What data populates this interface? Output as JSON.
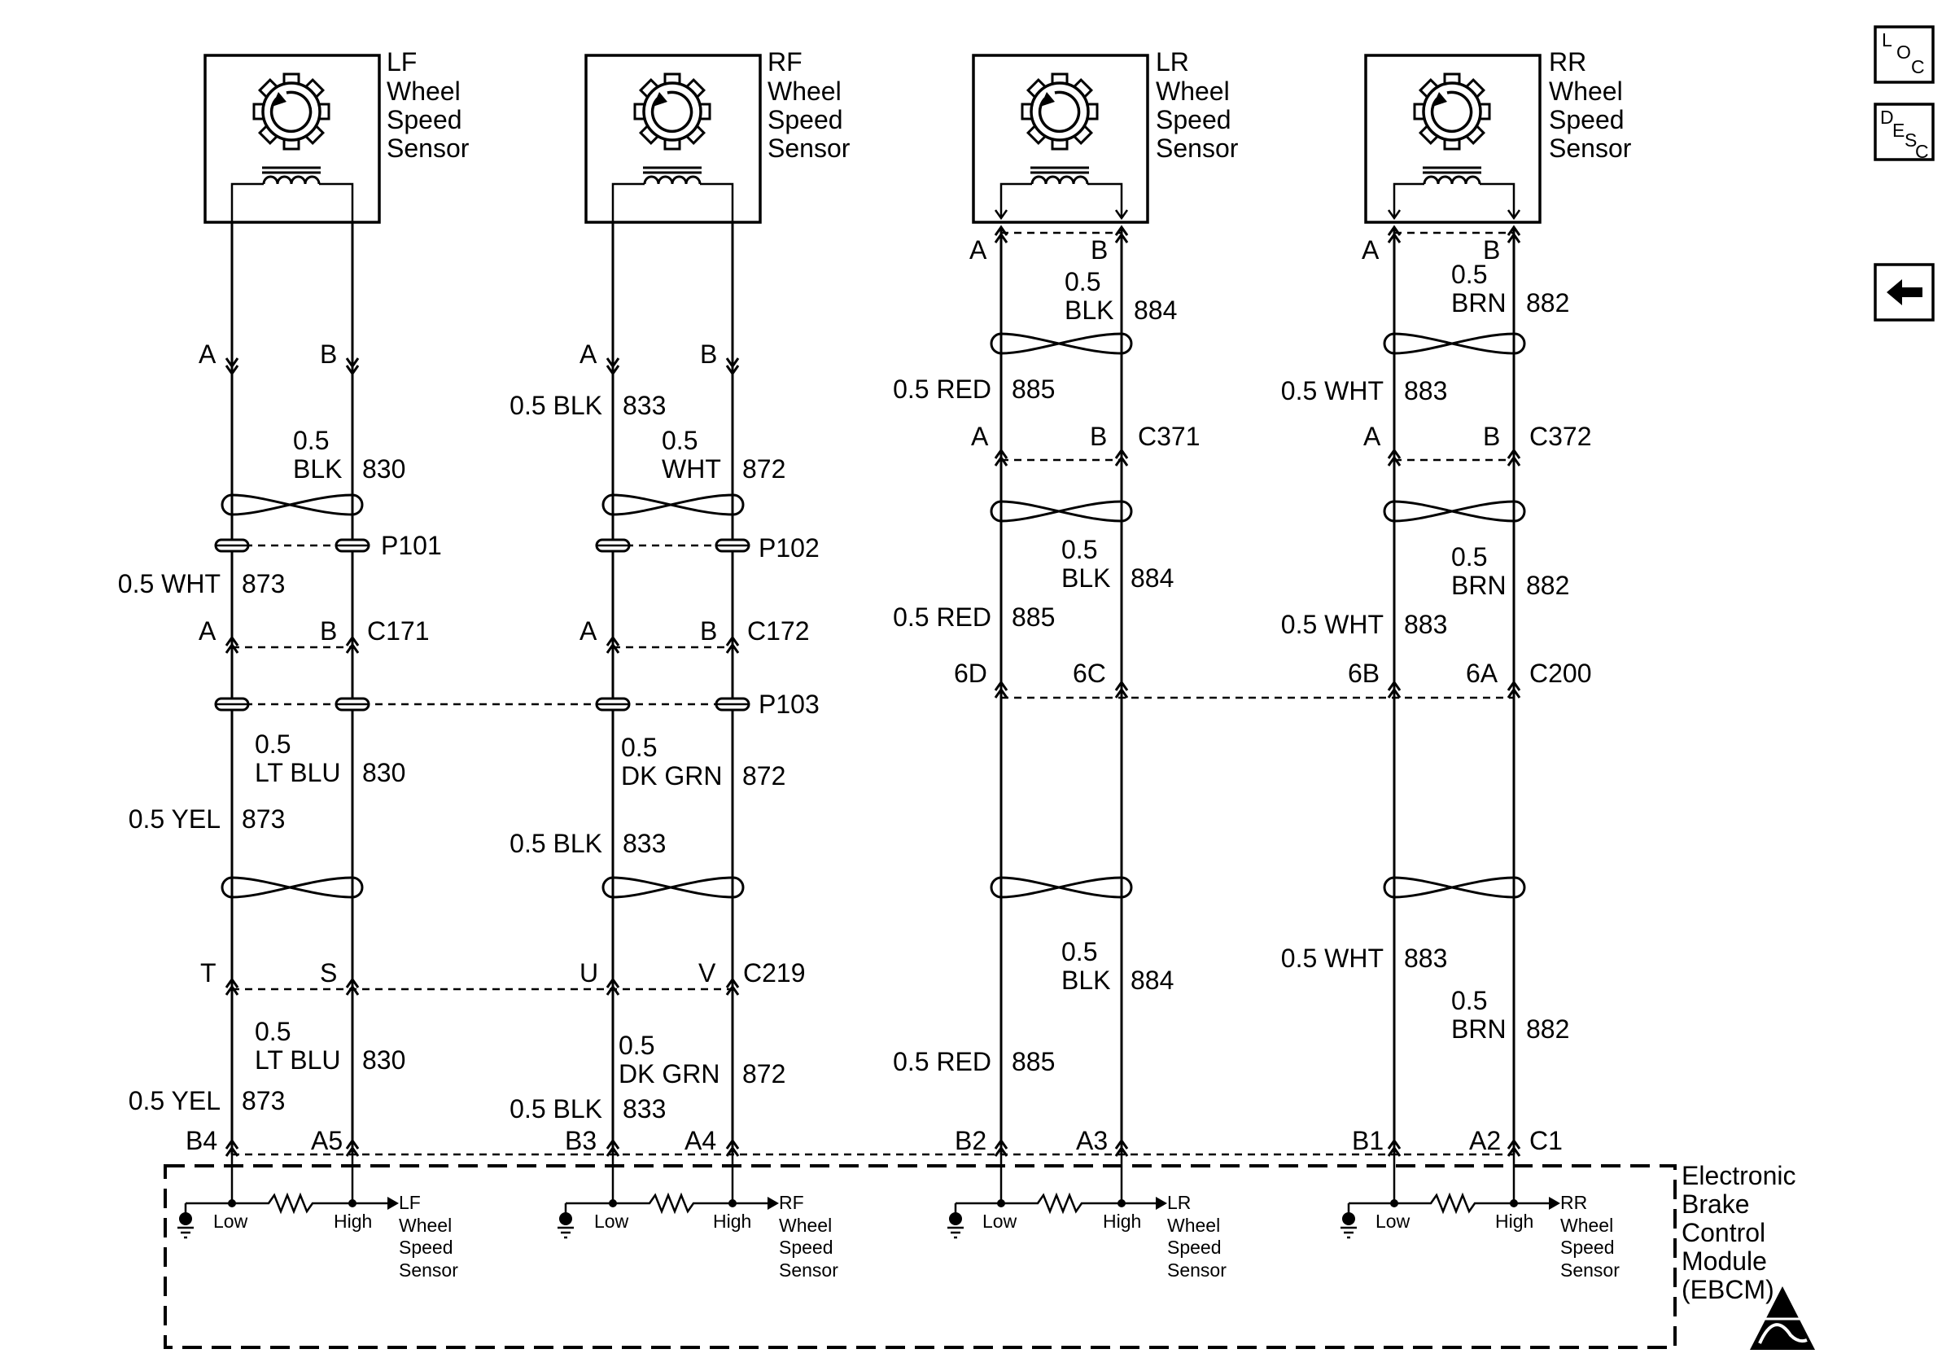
{
  "nav": {
    "loc": {
      "l": "L",
      "o": "O",
      "c": "C"
    },
    "desc": {
      "d": "D",
      "e": "E",
      "s": "S",
      "c": "C"
    }
  },
  "sensors": [
    {
      "name_lines": [
        "LF",
        "Wheel",
        "Speed",
        "Sensor"
      ]
    },
    {
      "name_lines": [
        "RF",
        "Wheel",
        "Speed",
        "Sensor"
      ]
    },
    {
      "name_lines": [
        "LR",
        "Wheel",
        "Speed",
        "Sensor"
      ]
    },
    {
      "name_lines": [
        "RR",
        "Wheel",
        "Speed",
        "Sensor"
      ]
    }
  ],
  "pins": {
    "lf_top": [
      "A",
      "B"
    ],
    "rf_top": [
      "A",
      "B"
    ],
    "lr_top": [
      "A",
      "B"
    ],
    "rr_top": [
      "A",
      "B"
    ],
    "c371": [
      "A",
      "B",
      "C371"
    ],
    "c372": [
      "A",
      "B",
      "C372"
    ],
    "c171": [
      "A",
      "B",
      "C171"
    ],
    "c172": [
      "A",
      "B",
      "C172"
    ],
    "c200": [
      "6D",
      "6C",
      "6B",
      "6A",
      "C200"
    ],
    "c219": [
      "T",
      "S",
      "U",
      "V",
      "C219"
    ],
    "ebcm": [
      "B4",
      "A5",
      "B3",
      "A4",
      "B2",
      "A3",
      "B1",
      "A2",
      "C1"
    ]
  },
  "splices": [
    "P101",
    "P102",
    "P103"
  ],
  "wires": {
    "w1": [
      "0.5",
      "BLK",
      "830"
    ],
    "w2": [
      "0.5 WHT",
      "873"
    ],
    "w3": [
      "0.5",
      "LT BLU",
      "830"
    ],
    "w4": [
      "0.5 YEL",
      "873"
    ],
    "w5": [
      "0.5",
      "LT BLU",
      "830"
    ],
    "w6": [
      "0.5 YEL",
      "873"
    ],
    "w7": [
      "0.5 BLK",
      "833"
    ],
    "w8": [
      "0.5",
      "WHT",
      "872"
    ],
    "w9": [
      "0.5",
      "DK GRN",
      "872"
    ],
    "w10": [
      "0.5 BLK",
      "833"
    ],
    "w11": [
      "0.5",
      "DK GRN",
      "872"
    ],
    "w12": [
      "0.5 BLK",
      "833"
    ],
    "w13": [
      "0.5",
      "BLK",
      "884"
    ],
    "w14": [
      "0.5 RED",
      "885"
    ],
    "w15": [
      "0.5",
      "BLK",
      "884"
    ],
    "w16": [
      "0.5 RED",
      "885"
    ],
    "w17": [
      "0.5",
      "BLK",
      "884"
    ],
    "w18": [
      "0.5 RED",
      "885"
    ],
    "w19": [
      "0.5",
      "BRN",
      "882"
    ],
    "w20": [
      "0.5 WHT",
      "883"
    ],
    "w21": [
      "0.5",
      "BRN",
      "882"
    ],
    "w22": [
      "0.5 WHT",
      "883"
    ],
    "w23": [
      "0.5 WHT",
      "883"
    ],
    "w24": [
      "0.5",
      "BRN",
      "882"
    ]
  },
  "ebcm": {
    "name_lines": [
      "Electronic",
      "Brake",
      "Control",
      "Module",
      "(EBCM)"
    ],
    "low": "Low",
    "high": "High",
    "inputs": [
      [
        "LF",
        "Wheel",
        "Speed",
        "Sensor"
      ],
      [
        "RF",
        "Wheel",
        "Speed",
        "Sensor"
      ],
      [
        "LR",
        "Wheel",
        "Speed",
        "Sensor"
      ],
      [
        "RR",
        "Wheel",
        "Speed",
        "Sensor"
      ]
    ]
  }
}
